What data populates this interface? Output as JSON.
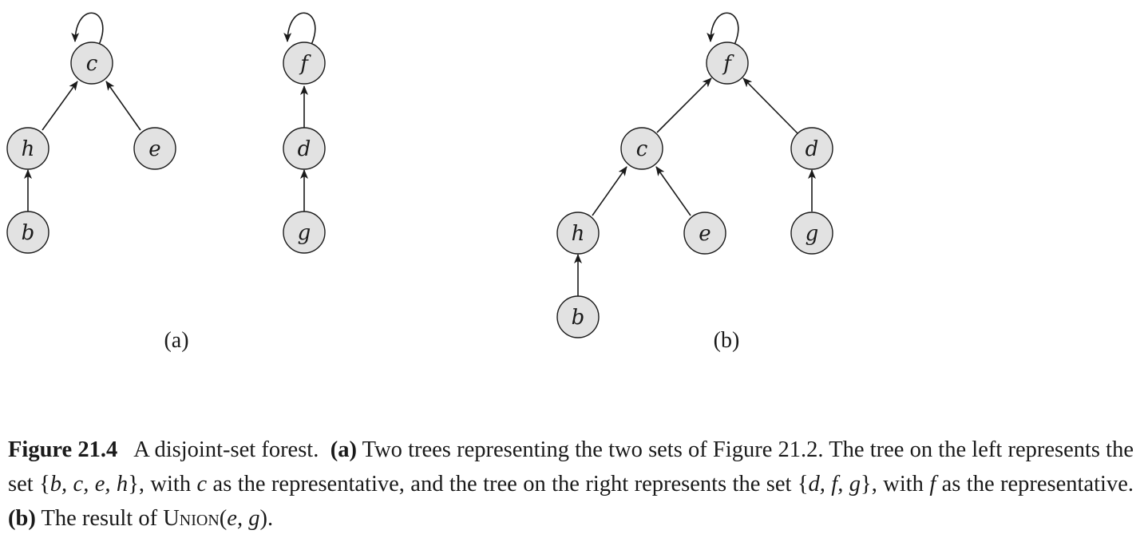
{
  "figure": {
    "panels": [
      {
        "id": "a",
        "label": "(a)",
        "nodes": [
          {
            "id": "c",
            "label": "c"
          },
          {
            "id": "h",
            "label": "h"
          },
          {
            "id": "e",
            "label": "e"
          },
          {
            "id": "b",
            "label": "b"
          },
          {
            "id": "f",
            "label": "f"
          },
          {
            "id": "d",
            "label": "d"
          },
          {
            "id": "g",
            "label": "g"
          }
        ],
        "edges": [
          [
            "h",
            "c"
          ],
          [
            "e",
            "c"
          ],
          [
            "b",
            "h"
          ],
          [
            "d",
            "f"
          ],
          [
            "g",
            "d"
          ],
          [
            "c",
            "c"
          ],
          [
            "f",
            "f"
          ]
        ]
      },
      {
        "id": "b",
        "label": "(b)",
        "nodes": [
          {
            "id": "f",
            "label": "f"
          },
          {
            "id": "c",
            "label": "c"
          },
          {
            "id": "d",
            "label": "d"
          },
          {
            "id": "h",
            "label": "h"
          },
          {
            "id": "e",
            "label": "e"
          },
          {
            "id": "g",
            "label": "g"
          },
          {
            "id": "b",
            "label": "b"
          }
        ],
        "edges": [
          [
            "c",
            "f"
          ],
          [
            "d",
            "f"
          ],
          [
            "h",
            "c"
          ],
          [
            "e",
            "c"
          ],
          [
            "g",
            "d"
          ],
          [
            "b",
            "h"
          ],
          [
            "f",
            "f"
          ]
        ]
      }
    ],
    "colors": {
      "node_fill": "#e2e2e2",
      "stroke": "#1a1a1a"
    }
  },
  "caption": {
    "fig_num": "Figure 21.4",
    "title": "A disjoint-set forest.",
    "part_a_tag": "(a)",
    "part_a_text1": "Two trees representing the two sets of Figure 21.2. The tree on the left represents the set {",
    "set1": "b, c, e, h",
    "part_a_text2": "}, with ",
    "rep1": "c",
    "part_a_text3": " as the representative, and the tree on the right represents the set {",
    "set2": "d, f, g",
    "part_a_text4": "}, with ",
    "rep2": "f",
    "part_a_text5": " as the representative.",
    "part_b_tag": "(b)",
    "part_b_text1": "The result of ",
    "op": "Union",
    "op_open": "(",
    "op_args": "e, g",
    "op_close": ")."
  }
}
